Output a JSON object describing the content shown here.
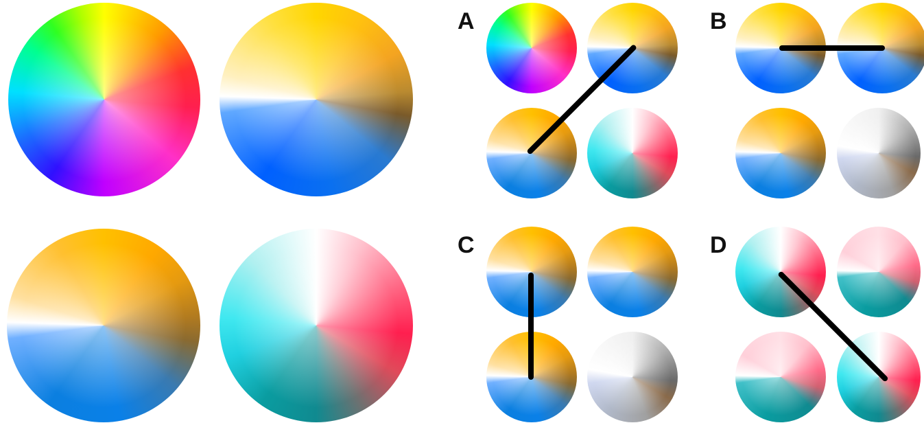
{
  "panels": {
    "a": {
      "label": "A"
    },
    "b": {
      "label": "B"
    },
    "c": {
      "label": "C"
    },
    "d": {
      "label": "D"
    }
  }
}
